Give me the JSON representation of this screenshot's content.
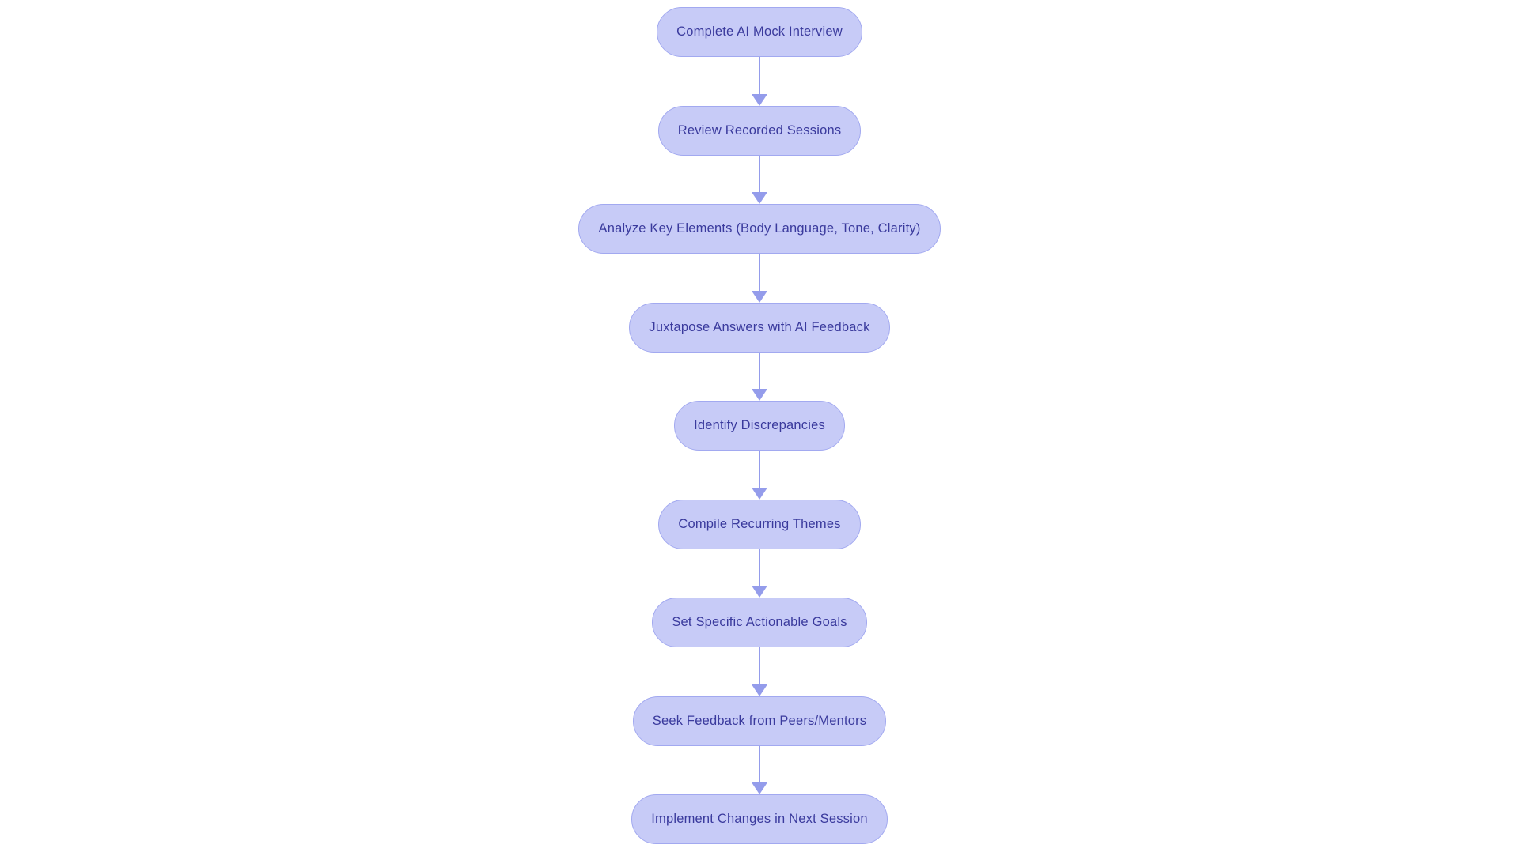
{
  "page": {
    "background": "#ffffff"
  },
  "colors": {
    "node_fill": "#c7cbf7",
    "node_border": "#a2a9f0",
    "node_text": "#3a3a9d",
    "arrow": "#949ceb"
  },
  "flowchart": {
    "type": "flowchart",
    "direction": "top-down",
    "nodes": [
      {
        "label": "Complete AI Mock Interview"
      },
      {
        "label": "Review Recorded Sessions"
      },
      {
        "label": "Analyze Key Elements (Body Language, Tone, Clarity)"
      },
      {
        "label": "Juxtapose Answers with AI Feedback"
      },
      {
        "label": "Identify Discrepancies"
      },
      {
        "label": "Compile Recurring Themes"
      },
      {
        "label": "Set Specific Actionable Goals"
      },
      {
        "label": "Seek Feedback from Peers/Mentors"
      },
      {
        "label": "Implement Changes in Next Session"
      }
    ],
    "edges": [
      {
        "from": 0,
        "to": 1
      },
      {
        "from": 1,
        "to": 2
      },
      {
        "from": 2,
        "to": 3
      },
      {
        "from": 3,
        "to": 4
      },
      {
        "from": 4,
        "to": 5
      },
      {
        "from": 5,
        "to": 6
      },
      {
        "from": 6,
        "to": 7
      },
      {
        "from": 7,
        "to": 8
      }
    ]
  }
}
